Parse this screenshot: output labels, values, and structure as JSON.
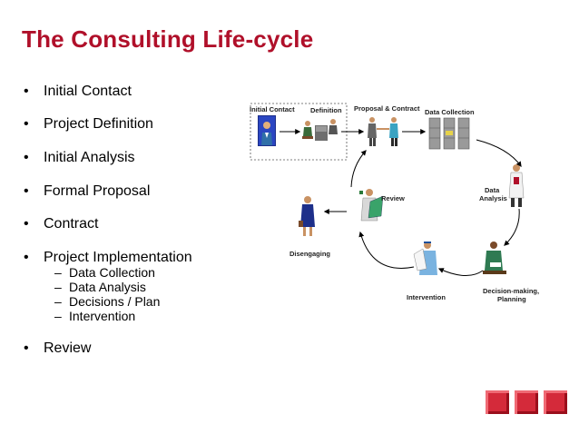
{
  "slide": {
    "title": "The Consulting Life-cycle",
    "bullet_symbol": "•",
    "sub_symbol": "–",
    "bullets": [
      {
        "text": "Initial Contact"
      },
      {
        "text": "Project Definition"
      },
      {
        "text": "Initial Analysis"
      },
      {
        "text": "Formal Proposal"
      },
      {
        "text": "Contract"
      },
      {
        "text": "Project Implementation"
      },
      {
        "text": "Review"
      }
    ],
    "sub_bullets": [
      {
        "text": "Data Collection"
      },
      {
        "text": "Data Analysis"
      },
      {
        "text": "Decisions / Plan"
      },
      {
        "text": "Intervention"
      }
    ]
  },
  "diagram": {
    "labels": {
      "initial_contact": "Initial Contact",
      "definition": "Definition",
      "proposal_contract": "Proposal & Contract",
      "data_collection": "Data Collection",
      "data_analysis_1": "Data",
      "data_analysis_2": "Analysis",
      "decision_making_1": "Decision-making,",
      "decision_making_2": "Planning",
      "intervention": "Intervention",
      "review": "Review",
      "disengaging": "Disengaging"
    }
  },
  "colors": {
    "title": "#b0102a",
    "accent_square": "#d42a3a"
  }
}
